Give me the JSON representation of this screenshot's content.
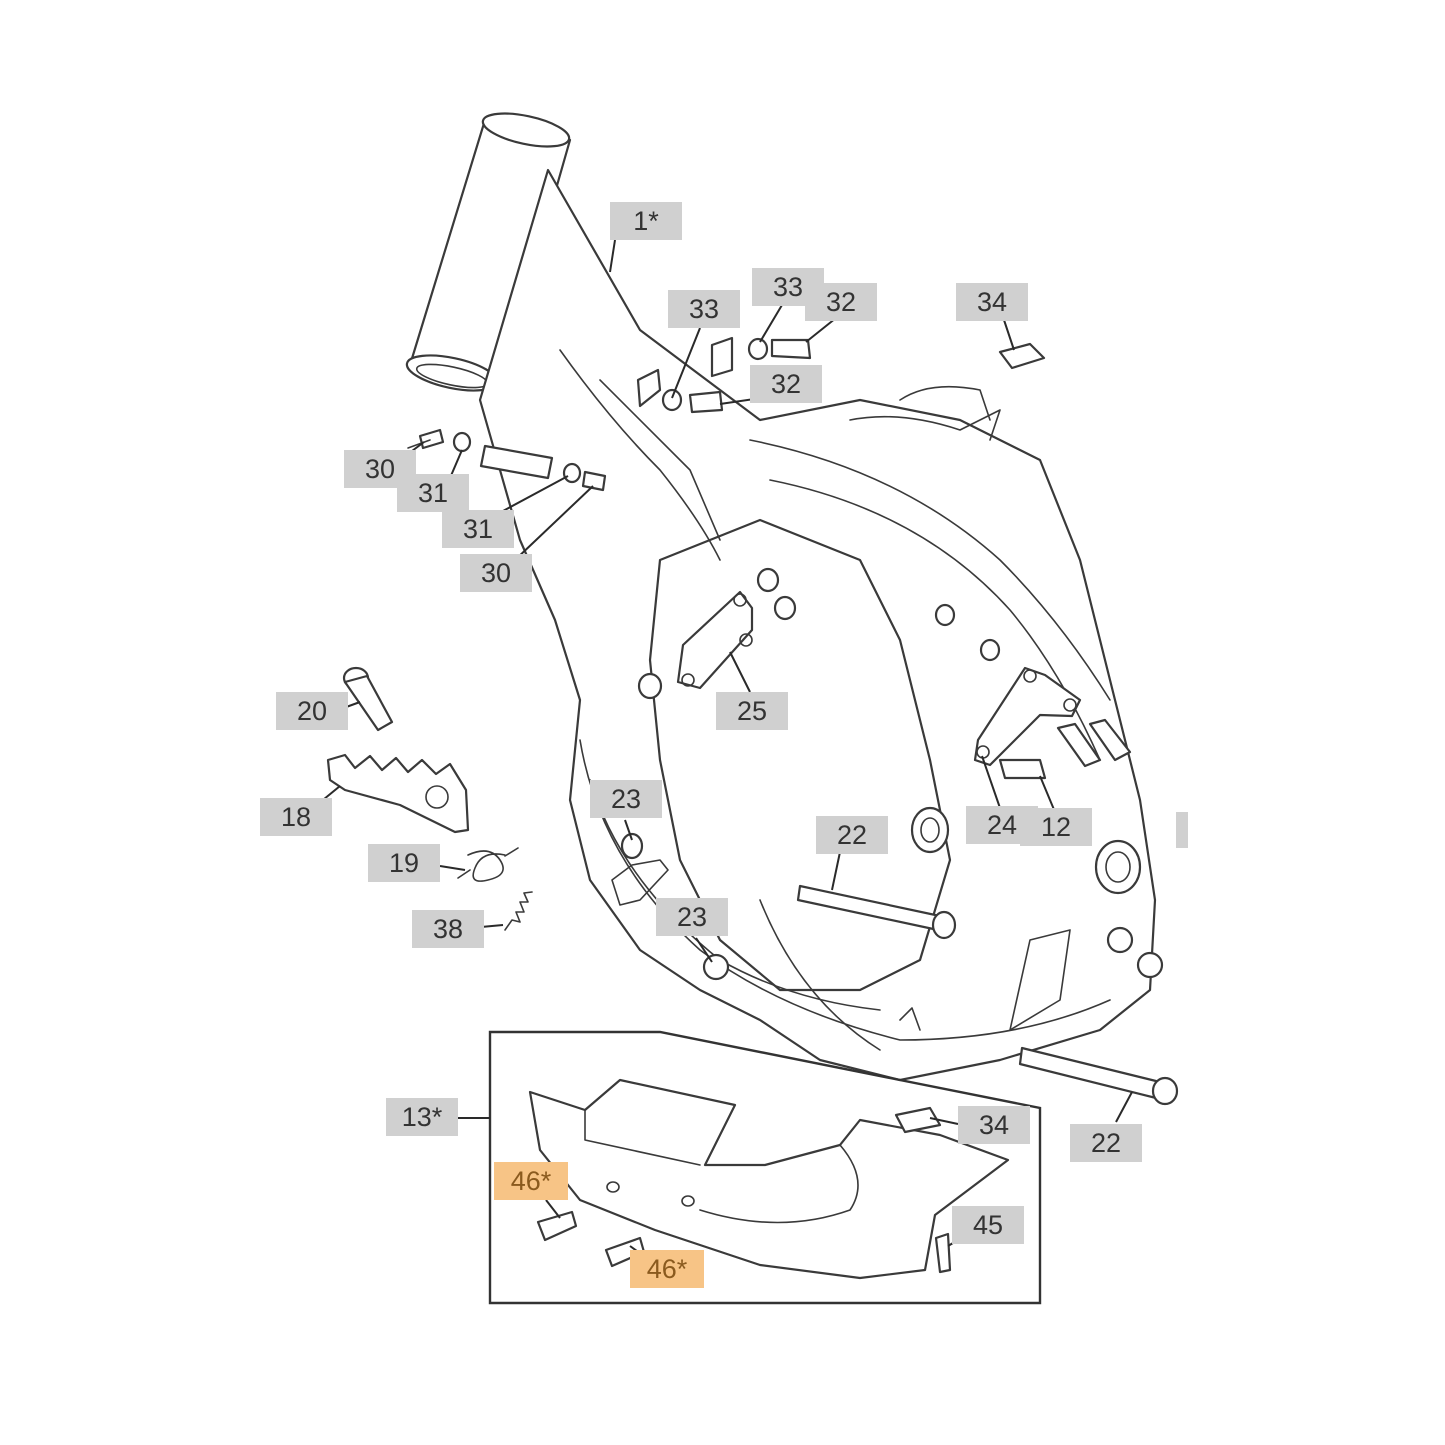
{
  "colors": {
    "label_bg": "#d0d0d0",
    "label_text": "#333333",
    "highlight_bg": "#f7c486",
    "highlight_text": "#8a5a1e",
    "line": "#3a3a3a"
  },
  "callouts": [
    {
      "id": "c1",
      "text": "1*",
      "highlight": false
    },
    {
      "id": "c2",
      "text": "33",
      "highlight": false
    },
    {
      "id": "c3",
      "text": "33",
      "highlight": false
    },
    {
      "id": "c4",
      "text": "32",
      "highlight": false
    },
    {
      "id": "c5",
      "text": "34",
      "highlight": false
    },
    {
      "id": "c6",
      "text": "32",
      "highlight": false
    },
    {
      "id": "c7",
      "text": "30",
      "highlight": false
    },
    {
      "id": "c8",
      "text": "31",
      "highlight": false
    },
    {
      "id": "c9",
      "text": "31",
      "highlight": false
    },
    {
      "id": "c10",
      "text": "30",
      "highlight": false
    },
    {
      "id": "c11",
      "text": "20",
      "highlight": false
    },
    {
      "id": "c12",
      "text": "25",
      "highlight": false
    },
    {
      "id": "c13",
      "text": "18",
      "highlight": false
    },
    {
      "id": "c14",
      "text": "23",
      "highlight": false
    },
    {
      "id": "c15",
      "text": "22",
      "highlight": false
    },
    {
      "id": "c16",
      "text": "24",
      "highlight": false
    },
    {
      "id": "c17",
      "text": "12",
      "highlight": false
    },
    {
      "id": "c18",
      "text": "19",
      "highlight": false
    },
    {
      "id": "c19",
      "text": "38",
      "highlight": false
    },
    {
      "id": "c20",
      "text": "23",
      "highlight": false
    },
    {
      "id": "c21",
      "text": "13*",
      "highlight": false
    },
    {
      "id": "c22",
      "text": "34",
      "highlight": false
    },
    {
      "id": "c23",
      "text": "22",
      "highlight": false
    },
    {
      "id": "c24",
      "text": "46*",
      "highlight": true
    },
    {
      "id": "c25",
      "text": "45",
      "highlight": false
    },
    {
      "id": "c26",
      "text": "46*",
      "highlight": true
    }
  ]
}
